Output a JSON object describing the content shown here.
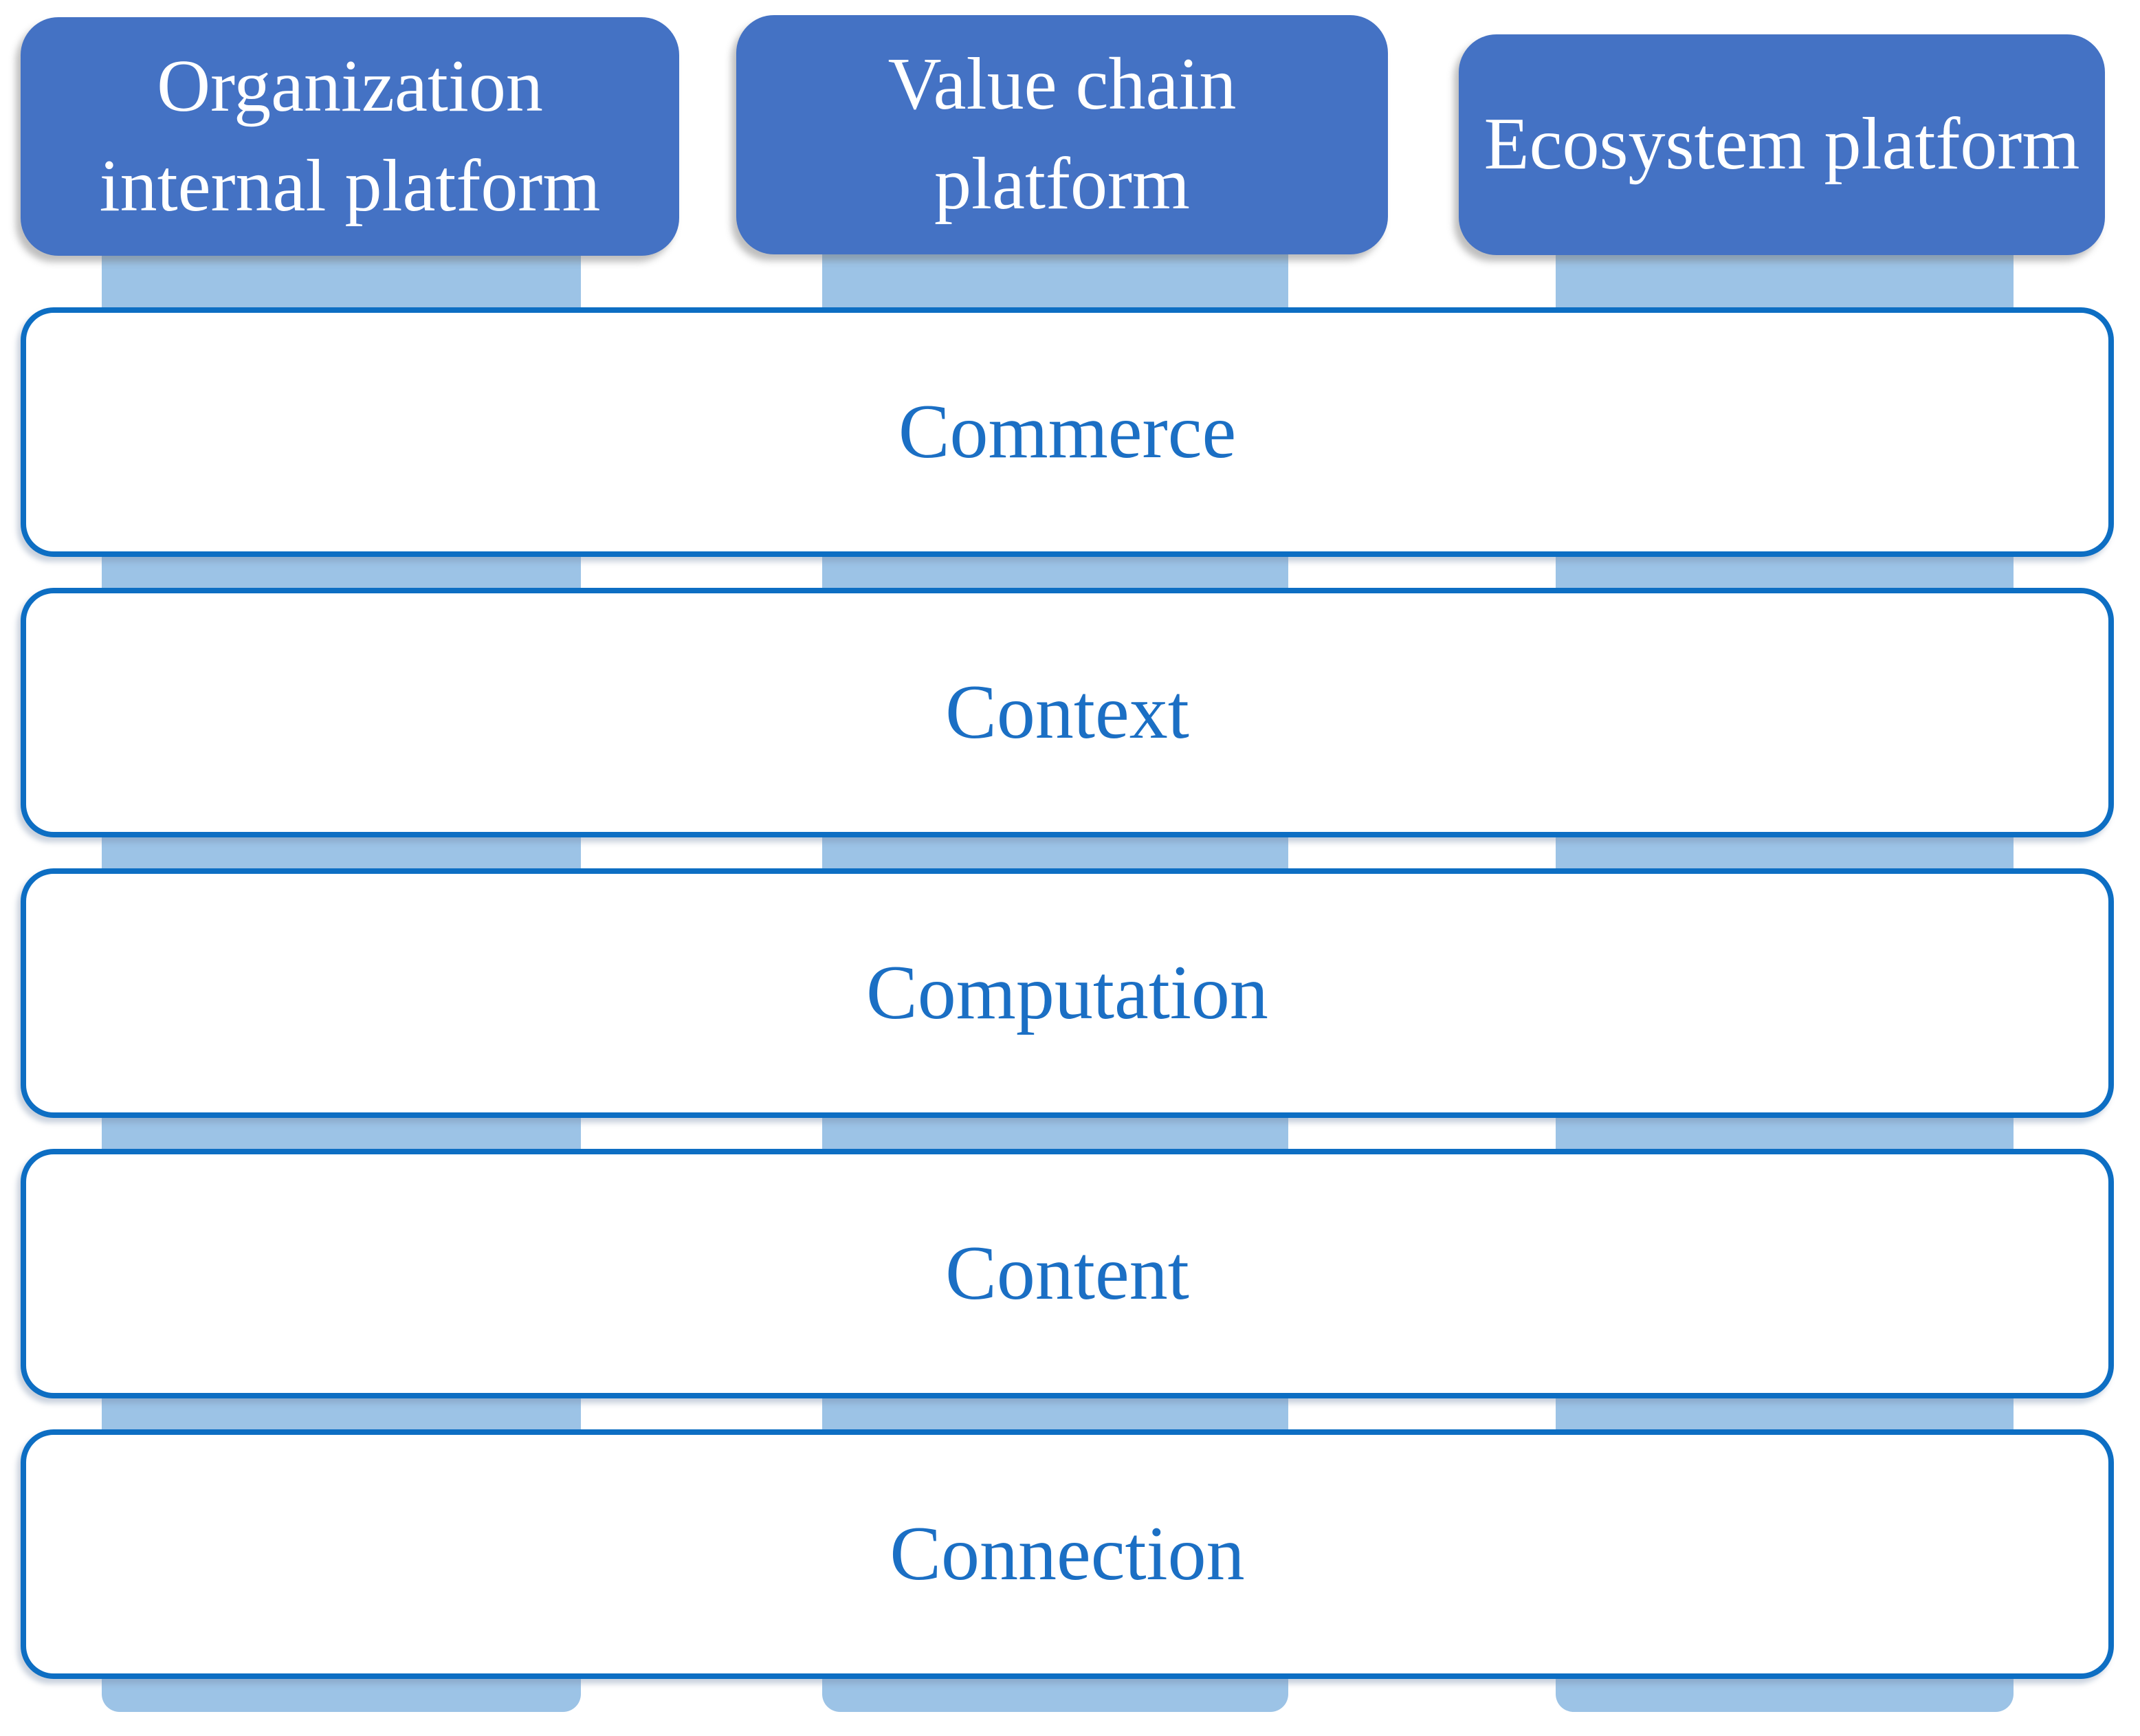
{
  "diagram": {
    "platforms": [
      {
        "label": "Organization internal platform",
        "lines": [
          "Organization",
          "internal platform"
        ]
      },
      {
        "label": "Value chain platform",
        "lines": [
          "Value chain",
          "platform"
        ]
      },
      {
        "label": "Ecosystem platform",
        "lines": [
          "Ecosystem platform"
        ]
      }
    ],
    "layers": [
      {
        "label": "Commerce"
      },
      {
        "label": "Context"
      },
      {
        "label": "Computation"
      },
      {
        "label": "Content"
      },
      {
        "label": "Connection"
      }
    ],
    "colors": {
      "platform_fill": "#4472C4",
      "platform_text": "#FFFFFF",
      "connector_fill": "#9CC3E6",
      "layer_fill": "#FFFFFF",
      "layer_border": "#0D6EC3",
      "layer_text": "#1B6FC4",
      "background": "#FFFFFF"
    }
  }
}
